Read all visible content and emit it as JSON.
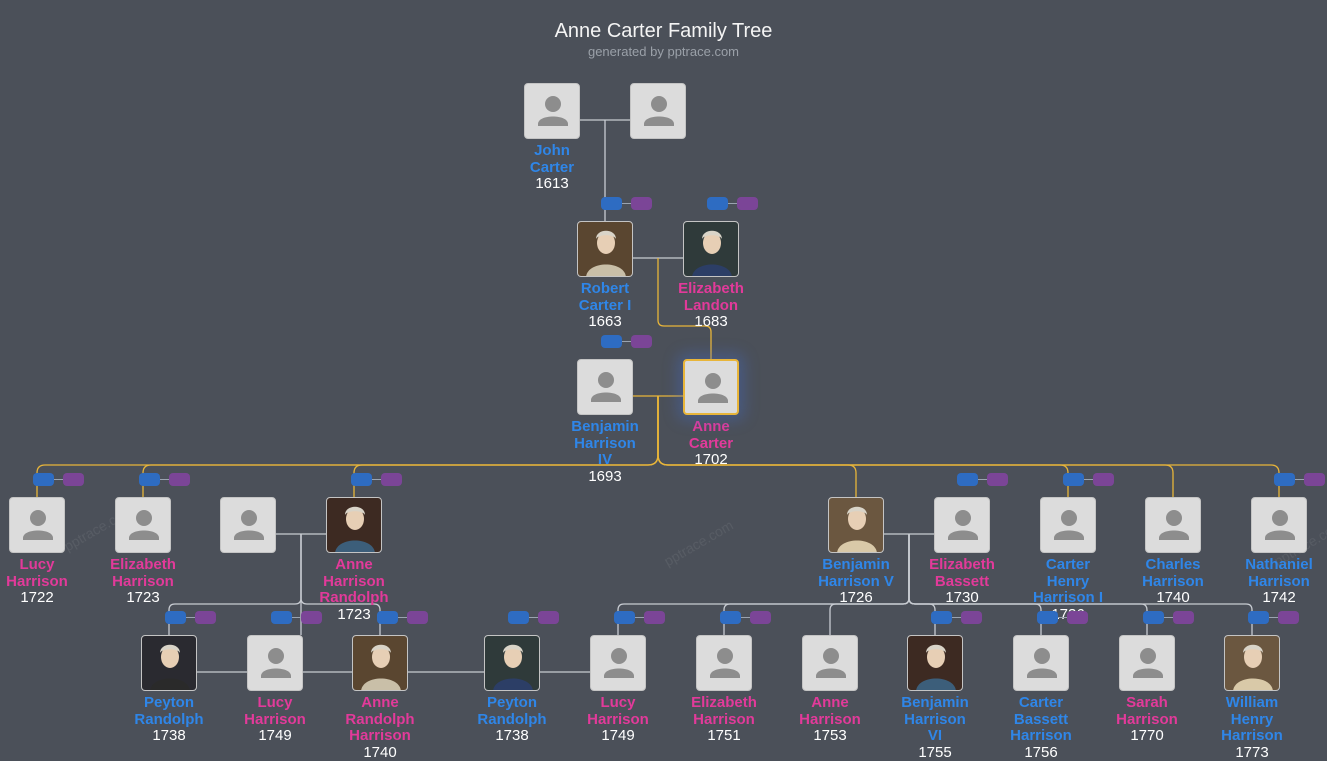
{
  "title": "Anne Carter Family Tree",
  "subtitle": "generated by pptrace.com",
  "watermark": "pptrace.com",
  "colors": {
    "male": "#2f86e8",
    "female": "#e23a9a",
    "line": "#c8ccd2",
    "highlight_line": "#e8b53a"
  },
  "people": {
    "john_carter": {
      "name": "John Carter",
      "name_lines": [
        "John",
        "Carter"
      ],
      "year": "1613",
      "gender": "m",
      "photo": "placeholder"
    },
    "john_spouse": {
      "name": "",
      "name_lines": [],
      "year": "",
      "gender": "f",
      "photo": "placeholder"
    },
    "robert_carter": {
      "name": "Robert Carter I",
      "name_lines": [
        "Robert",
        "Carter I"
      ],
      "year": "1663",
      "gender": "m",
      "photo": "portrait"
    },
    "elizabeth_landon": {
      "name": "Elizabeth Landon",
      "name_lines": [
        "Elizabeth",
        "Landon"
      ],
      "year": "1683",
      "gender": "f",
      "photo": "portrait"
    },
    "benjamin_iv": {
      "name": "Benjamin Harrison IV",
      "name_lines": [
        "Benjamin",
        "Harrison",
        "IV"
      ],
      "year": "1693",
      "gender": "m",
      "photo": "placeholder"
    },
    "anne_carter": {
      "name": "Anne Carter",
      "name_lines": [
        "Anne",
        "Carter"
      ],
      "year": "1702",
      "gender": "f",
      "photo": "placeholder",
      "selected": true
    },
    "lucy_1722": {
      "name": "Lucy Harrison",
      "name_lines": [
        "Lucy",
        "Harrison"
      ],
      "year": "1722",
      "gender": "f",
      "photo": "placeholder"
    },
    "elizabeth_1723": {
      "name": "Elizabeth Harrison",
      "name_lines": [
        "Elizabeth",
        "Harrison"
      ],
      "year": "1723",
      "gender": "f",
      "photo": "placeholder"
    },
    "anne_spouse": {
      "name": "",
      "name_lines": [],
      "year": "",
      "gender": "m",
      "photo": "placeholder"
    },
    "anne_randolph": {
      "name": "Anne Harrison Randolph",
      "name_lines": [
        "Anne",
        "Harrison",
        "Randolph"
      ],
      "year": "1723",
      "gender": "f",
      "photo": "portrait"
    },
    "benjamin_v": {
      "name": "Benjamin Harrison V",
      "name_lines": [
        "Benjamin",
        "Harrison V"
      ],
      "year": "1726",
      "gender": "m",
      "photo": "portrait"
    },
    "elizabeth_bassett": {
      "name": "Elizabeth Bassett",
      "name_lines": [
        "Elizabeth",
        "Bassett"
      ],
      "year": "1730",
      "gender": "f",
      "photo": "placeholder"
    },
    "carter_henry": {
      "name": "Carter Henry Harrison I",
      "name_lines": [
        "Carter",
        "Henry",
        "Harrison I"
      ],
      "year": "1736",
      "gender": "m",
      "photo": "placeholder"
    },
    "charles": {
      "name": "Charles Harrison",
      "name_lines": [
        "Charles",
        "Harrison"
      ],
      "year": "1740",
      "gender": "m",
      "photo": "placeholder"
    },
    "nathaniel": {
      "name": "Nathaniel Harrison",
      "name_lines": [
        "Nathaniel",
        "Harrison"
      ],
      "year": "1742",
      "gender": "m",
      "photo": "placeholder"
    },
    "peyton_a": {
      "name": "Peyton Randolph",
      "name_lines": [
        "Peyton",
        "Randolph"
      ],
      "year": "1738",
      "gender": "m",
      "photo": "portrait"
    },
    "lucy_1749a": {
      "name": "Lucy Harrison",
      "name_lines": [
        "Lucy",
        "Harrison"
      ],
      "year": "1749",
      "gender": "f",
      "photo": "placeholder"
    },
    "anne_rh_1740": {
      "name": "Anne Randolph Harrison",
      "name_lines": [
        "Anne",
        "Randolph",
        "Harrison"
      ],
      "year": "1740",
      "gender": "f",
      "photo": "portrait"
    },
    "peyton_b": {
      "name": "Peyton Randolph",
      "name_lines": [
        "Peyton",
        "Randolph"
      ],
      "year": "1738",
      "gender": "m",
      "photo": "portrait"
    },
    "lucy_1749b": {
      "name": "Lucy Harrison",
      "name_lines": [
        "Lucy",
        "Harrison"
      ],
      "year": "1749",
      "gender": "f",
      "photo": "placeholder"
    },
    "elizabeth_1751": {
      "name": "Elizabeth Harrison",
      "name_lines": [
        "Elizabeth",
        "Harrison"
      ],
      "year": "1751",
      "gender": "f",
      "photo": "placeholder"
    },
    "anne_1753": {
      "name": "Anne Harrison",
      "name_lines": [
        "Anne",
        "Harrison"
      ],
      "year": "1753",
      "gender": "f",
      "photo": "placeholder"
    },
    "benjamin_vi": {
      "name": "Benjamin Harrison VI",
      "name_lines": [
        "Benjamin",
        "Harrison",
        "VI"
      ],
      "year": "1755",
      "gender": "m",
      "photo": "portrait"
    },
    "carter_bassett": {
      "name": "Carter Bassett Harrison",
      "name_lines": [
        "Carter",
        "Bassett",
        "Harrison"
      ],
      "year": "1756",
      "gender": "m",
      "photo": "placeholder"
    },
    "sarah": {
      "name": "Sarah Harrison",
      "name_lines": [
        "Sarah",
        "Harrison"
      ],
      "year": "1770",
      "gender": "f",
      "photo": "placeholder"
    },
    "william_henry": {
      "name": "William Henry Harrison",
      "name_lines": [
        "William",
        "Henry",
        "Harrison"
      ],
      "year": "1773",
      "gender": "m",
      "photo": "portrait"
    }
  }
}
